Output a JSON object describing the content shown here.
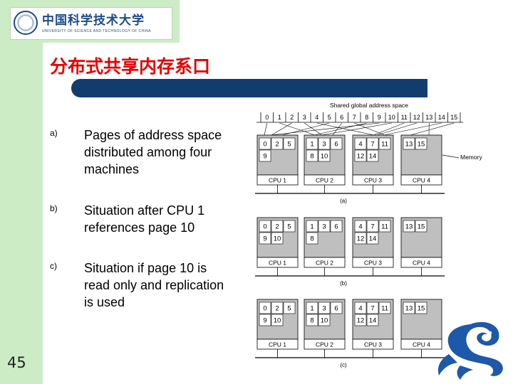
{
  "logo": {
    "chinese": "中国科学技术大学",
    "english": "UNIVERSITY OF SCIENCE AND TECHNOLOGY OF CHINA"
  },
  "slide": {
    "title": "分布式共享内存系口",
    "page_number": "45"
  },
  "bullets": [
    {
      "label": "a)",
      "text": "Pages of address space distributed among four machines"
    },
    {
      "label": "b)",
      "text": "Situation after CPU 1 references page 10"
    },
    {
      "label": "c)",
      "text": "Situation if page 10 is read only and replication is used"
    }
  ],
  "diagram": {
    "heading": "Shared global address space",
    "pages": [
      "0",
      "1",
      "2",
      "3",
      "4",
      "5",
      "6",
      "7",
      "8",
      "9",
      "10",
      "11",
      "12",
      "13",
      "14",
      "15"
    ],
    "memory_label": "Memory",
    "panels": [
      {
        "caption": "(a)",
        "cpus": [
          {
            "label": "CPU 1",
            "row1": [
              "0",
              "2",
              "5"
            ],
            "row2": [
              "9"
            ]
          },
          {
            "label": "CPU 2",
            "row1": [
              "1",
              "3",
              "6"
            ],
            "row2": [
              "8",
              "10"
            ]
          },
          {
            "label": "CPU 3",
            "row1": [
              "4",
              "7",
              "11"
            ],
            "row2": [
              "12",
              "14"
            ]
          },
          {
            "label": "CPU 4",
            "row1": [
              "13",
              "15"
            ],
            "row2": []
          }
        ]
      },
      {
        "caption": "(b)",
        "cpus": [
          {
            "label": "CPU 1",
            "row1": [
              "0",
              "2",
              "5"
            ],
            "row2": [
              "9",
              "10"
            ]
          },
          {
            "label": "CPU 2",
            "row1": [
              "1",
              "3",
              "6"
            ],
            "row2": [
              "8"
            ]
          },
          {
            "label": "CPU 3",
            "row1": [
              "4",
              "7",
              "11"
            ],
            "row2": [
              "12",
              "14"
            ]
          },
          {
            "label": "CPU 4",
            "row1": [
              "13",
              "15"
            ],
            "row2": []
          }
        ]
      },
      {
        "caption": "(c)",
        "cpus": [
          {
            "label": "CPU 1",
            "row1": [
              "0",
              "2",
              "5"
            ],
            "row2": [
              "9",
              "10"
            ]
          },
          {
            "label": "CPU 2",
            "row1": [
              "1",
              "3",
              "6"
            ],
            "row2": [
              "8",
              "10"
            ]
          },
          {
            "label": "CPU 3",
            "row1": [
              "4",
              "7",
              "11"
            ],
            "row2": [
              "12",
              "14"
            ]
          },
          {
            "label": "CPU 4",
            "row1": [
              "13",
              "15"
            ],
            "row2": []
          }
        ]
      }
    ]
  },
  "colors": {
    "sidebar": "#ccecc6",
    "title": "#e60000",
    "title_bar": "#123c6e",
    "memory_box": "#bfbfbf"
  }
}
